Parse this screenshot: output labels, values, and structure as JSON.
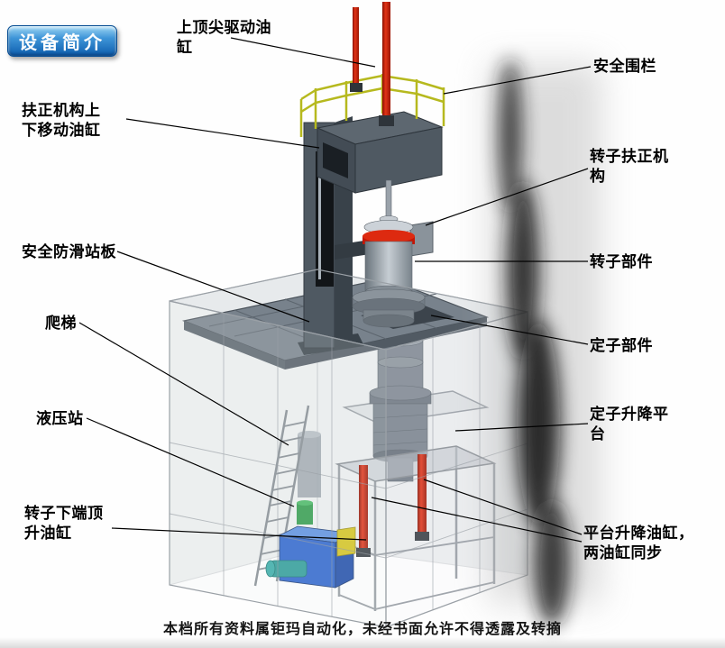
{
  "badge": {
    "label": "设备简介"
  },
  "labels": [
    {
      "id": "upper-center-drive-cylinder",
      "text": "上顶尖驱动油缸"
    },
    {
      "id": "safety-fence",
      "text": "安全围栏"
    },
    {
      "id": "centering-mechanism-travel-cylinder",
      "text": "扶正机构上下移动油缸"
    },
    {
      "id": "rotor-centering-mechanism",
      "text": "转子扶正机构"
    },
    {
      "id": "anti-slip-standing-board",
      "text": "安全防滑站板"
    },
    {
      "id": "rotor-component",
      "text": "转子部件"
    },
    {
      "id": "ladder",
      "text": "爬梯"
    },
    {
      "id": "stator-component",
      "text": "定子部件"
    },
    {
      "id": "hydraulic-station",
      "text": "液压站"
    },
    {
      "id": "stator-lift-platform",
      "text": "定子升降平台"
    },
    {
      "id": "rotor-bottom-jack-cylinder",
      "text": "转子下端顶升油缸"
    },
    {
      "id": "platform-lift-cylinders",
      "text": "平台升降油缸，两油缸同步"
    }
  ],
  "footer": {
    "text": "本档所有资料属钜玛自动化，未经书面允许不得透露及转摘"
  },
  "colors": {
    "badge_blue": "#0d5dad",
    "cylinder_red": "#c41504",
    "railing_yellow": "#b6b91e",
    "hydraulic_blue": "#2a62cc",
    "machine_dark_gray": "#4f5962",
    "frame_light_gray": "#c9cdd2",
    "leader_line": "#000000"
  }
}
